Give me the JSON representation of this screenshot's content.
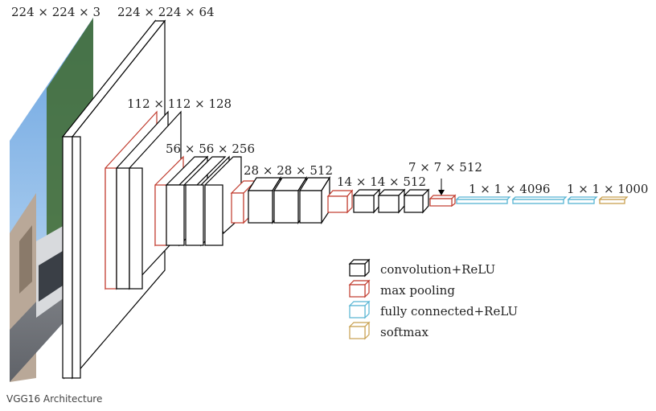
{
  "diagram": {
    "layer_labels": {
      "input": "224 × 224 × 3",
      "conv1": "224 × 224 × 64",
      "conv2": "112 × 112 × 128",
      "conv3": "56 × 56 × 256",
      "conv4": "28 × 28 × 512",
      "conv5": "14 × 14 × 512",
      "pool5": "7 × 7 × 512",
      "fc": "1 × 1 × 4096",
      "softmax": "1 × 1 × 1000"
    },
    "legend": [
      {
        "label": "convolution+ReLU",
        "color": "#000000"
      },
      {
        "label": "max pooling",
        "color": "#c0392b"
      },
      {
        "label": "fully connected+ReLU",
        "color": "#56b4d3"
      },
      {
        "label": "softmax",
        "color": "#c8a050"
      }
    ]
  },
  "caption": "VGG16 Architecture"
}
